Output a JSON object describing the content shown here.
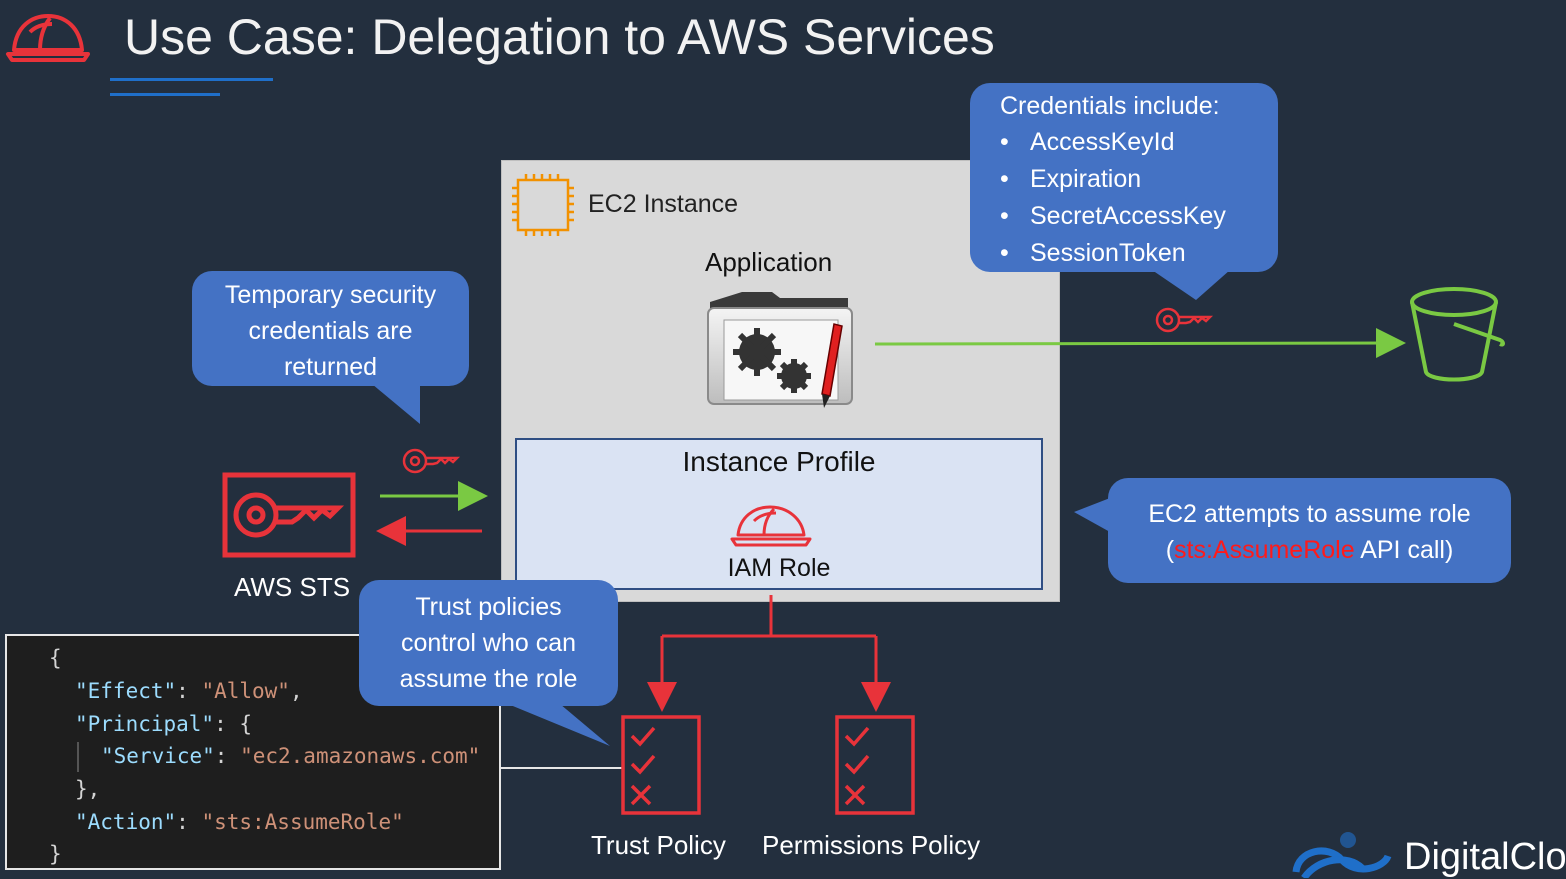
{
  "title": "Use Case: Delegation to AWS Services",
  "ec2": {
    "label": "EC2 Instance",
    "application_label": "Application",
    "instance_profile_label": "Instance Profile",
    "iam_role_label": "IAM Role"
  },
  "callouts": {
    "temp_credentials": [
      "Temporary security",
      "credentials are",
      "returned"
    ],
    "credentials_include": {
      "heading": "Credentials include:",
      "items": [
        "AccessKeyId",
        "Expiration",
        "SecretAccessKey",
        "SessionToken"
      ]
    },
    "assume_role": {
      "line1": "EC2 attempts to assume role",
      "open_paren": "(",
      "api": "sts:AssumeRole",
      "rest": " API call)"
    },
    "trust_policies": [
      "Trust policies",
      "control who can",
      "assume the role"
    ]
  },
  "sts_label": "AWS STS",
  "policy_code": {
    "open": "{",
    "effect_key": "\"Effect\"",
    "effect_value": "\"Allow\"",
    "principal_key": "\"Principal\"",
    "service_key": "\"Service\"",
    "service_value": "\"ec2.amazonaws.com\"",
    "principal_close": "},",
    "action_key": "\"Action\"",
    "action_value": "\"sts:AssumeRole\"",
    "close": "}"
  },
  "policies": {
    "trust": "Trust Policy",
    "permissions": "Permissions Policy"
  },
  "brand": "DigitalClo",
  "colors": {
    "background": "#232f3e",
    "callout": "#4472c4",
    "red": "#e8333a",
    "green": "#7ac943",
    "accent_blue": "#1f6fc9"
  }
}
